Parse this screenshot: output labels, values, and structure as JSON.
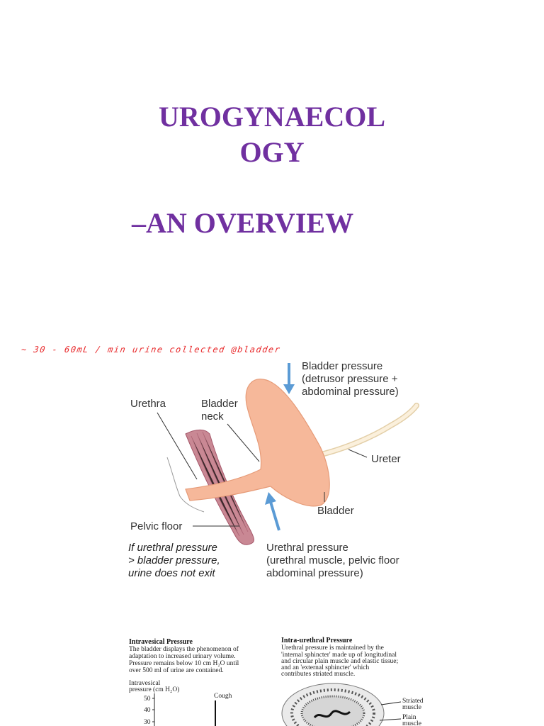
{
  "title": {
    "line1": "UROGYNAECOL",
    "line2": "OGY",
    "line3": "–AN OVERVIEW"
  },
  "handwritten_note": "~ 30 - 60mL / min  urine collected @bladder",
  "diagram": {
    "bladder_pressure": [
      "Bladder pressure",
      "(detrusor pressure +",
      "abdominal pressure)"
    ],
    "urethra": "Urethra",
    "bladder_neck": [
      "Bladder",
      "neck"
    ],
    "ureter": "Ureter",
    "bladder": "Bladder",
    "pelvic_floor": "Pelvic floor",
    "caption": [
      "If urethral pressure",
      "> bladder pressure,",
      "urine does not exit"
    ],
    "urethral_pressure": [
      "Urethral pressure",
      "(urethral muscle, pelvic floor",
      "abdominal pressure)"
    ]
  },
  "colors": {
    "title": "#7030a0",
    "note": "#e8282a",
    "bladder": "#f6b89a",
    "pelvic_floor": "#c0707e",
    "ureter": "#f5e3c0",
    "arrow": "#5b9bd5"
  },
  "intravesical": {
    "heading": "Intravesical Pressure",
    "text": [
      "The bladder displays the phenomenon of",
      "adaptation to increased urinary volume.",
      "Pressure remains below 10 cm H₂O until",
      "over 500 ml of urine are contained."
    ],
    "axis_label": [
      "Intravesical",
      "pressure (cm H₂O)"
    ],
    "ticks": [
      "50",
      "40",
      "30"
    ],
    "cough": "Cough"
  },
  "intraurethral": {
    "heading": "Intra-urethral Pressure",
    "text": [
      "Urethral pressure is maintained by the",
      "'internal sphincter' made up of longitudinal",
      "and circular plain muscle and elastic tissue;",
      "and an 'external sphincter' which",
      "contributes striated muscle."
    ],
    "label_striated": [
      "Striated",
      "muscle"
    ],
    "label_plain": [
      "Plain",
      "muscle"
    ]
  }
}
